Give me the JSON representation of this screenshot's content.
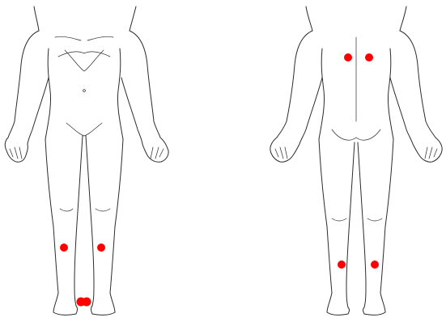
{
  "figure": {
    "background": "#ffffff",
    "outline_color": "#2b2b2b",
    "marker_color": "#ff0000",
    "views": [
      {
        "id": "front",
        "marker_count": 4
      },
      {
        "id": "back",
        "marker_count": 4
      }
    ]
  }
}
